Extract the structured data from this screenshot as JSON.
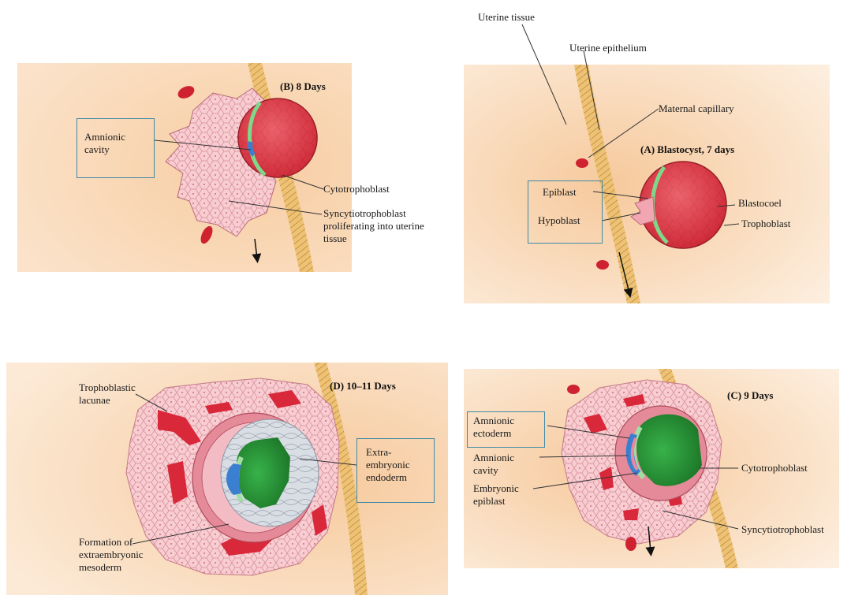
{
  "colors": {
    "tissue": "#f8d9b8",
    "tissue_light": "#fbe8d2",
    "epithelium": "#e9b75b",
    "trophoblast": "#d8303c",
    "syncytio": "#f6c8ce",
    "epiblast": "#2e9a3a",
    "epiblast_light": "#9fe0a2",
    "hypoblast": "#e58aa0",
    "amnion": "#3a7fd0",
    "endoderm": "#d6dbe3",
    "lacunae": "#d8283a",
    "capillary": "#cf2231",
    "box": "#3f8aa5"
  },
  "panel_a": {
    "title": "(A) Blastocyst, 7 days",
    "uterine_tissue": "Uterine tissue",
    "uterine_epithelium": "Uterine epithelium",
    "maternal_capillary": "Maternal capillary",
    "epiblast": "Epiblast",
    "hypoblast": "Hypoblast",
    "blastocoel": "Blastocoel",
    "trophoblast": "Trophoblast"
  },
  "panel_b": {
    "title": "(B) 8 Days",
    "amnionic_cavity": "Amnionic cavity",
    "cytotrophoblast": "Cytotrophoblast",
    "syncytiotrophoblast": "Syncytiotrophoblast proliferating into uterine tissue"
  },
  "panel_c": {
    "title": "(C) 9 Days",
    "amnionic_ectoderm": "Amnionic ectoderm",
    "amnionic_cavity": "Amnionic cavity",
    "embryonic_epiblast": "Embryonic epiblast",
    "cytotrophoblast": "Cytotrophoblast",
    "syncytiotrophoblast": "Syncytiotrophoblast"
  },
  "panel_d": {
    "title": "(D) 10–11 Days",
    "trophoblastic_lacunae": "Trophoblastic lacunae",
    "extraembryonic_endoderm": "Extra-embryonic endoderm",
    "extraembryonic_mesoderm": "Formation of extraembryonic mesoderm"
  }
}
